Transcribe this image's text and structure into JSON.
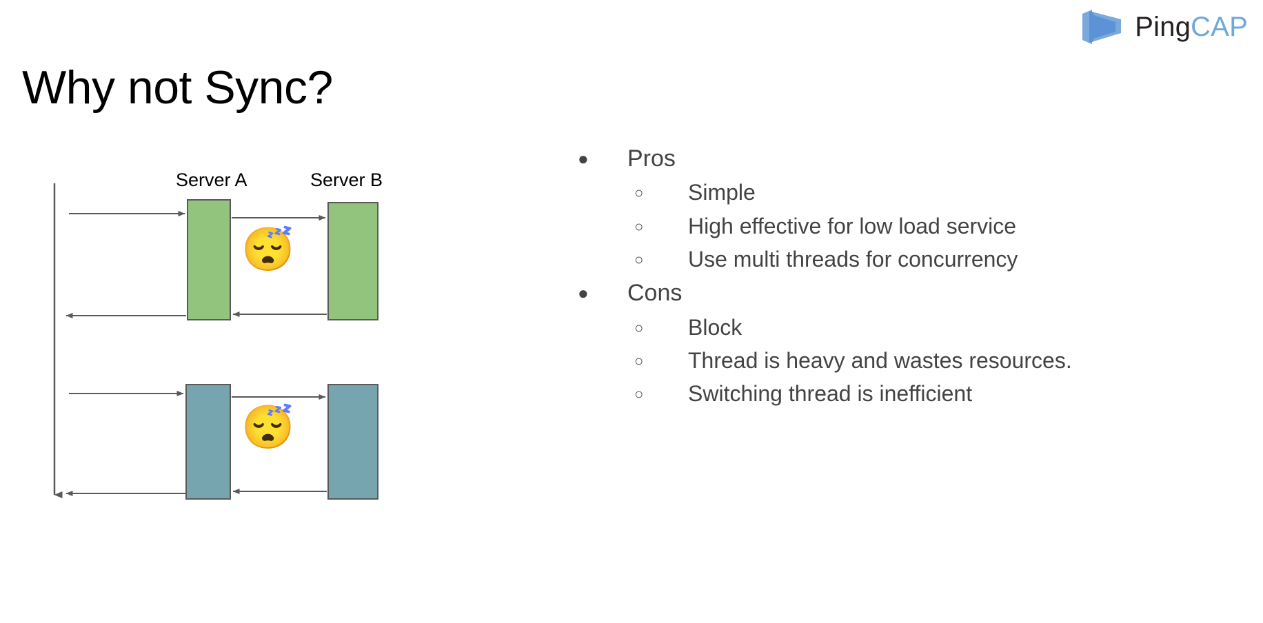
{
  "brand": {
    "logo_icon": "pingcap-logo-icon",
    "name_part1": "Ping",
    "name_part2": "CAP",
    "mark_color_light": "#6fa8dc",
    "mark_color_dark": "#4a86c8",
    "cap_text_color": "#6fa8dc",
    "ping_text_color": "#231f20"
  },
  "slide": {
    "title": "Why not Sync?"
  },
  "diagram": {
    "name": "sync-sequence-diagram",
    "lifeline_label": "time-axis",
    "server_a_label": "Server A",
    "server_b_label": "Server B",
    "sleep_emoji": "😴",
    "sleep_emoji_name": "sleeping-face-emoji",
    "phases": [
      {
        "id": "phase-1",
        "color": "#93c47d",
        "border": "#595959",
        "messages": [
          "request-in",
          "forward-to-server-b",
          "response-from-server-b",
          "response-out"
        ]
      },
      {
        "id": "phase-2",
        "color": "#76a5af",
        "border": "#595959",
        "messages": [
          "request-in",
          "forward-to-server-b",
          "response-from-server-b",
          "response-out"
        ]
      }
    ],
    "arrow_color": "#595959"
  },
  "content": {
    "text_color": "#434343",
    "groups": [
      {
        "marker": "●",
        "label": "Pros",
        "items": [
          {
            "marker": "○",
            "label": "Simple"
          },
          {
            "marker": "○",
            "label": "High effective for low load service"
          },
          {
            "marker": "○",
            "label": "Use multi threads for concurrency"
          }
        ]
      },
      {
        "marker": "●",
        "label": "Cons",
        "items": [
          {
            "marker": "○",
            "label": "Block"
          },
          {
            "marker": "○",
            "label": "Thread is heavy and wastes resources."
          },
          {
            "marker": "○",
            "label": "Switching thread is inefficient"
          }
        ]
      }
    ]
  }
}
